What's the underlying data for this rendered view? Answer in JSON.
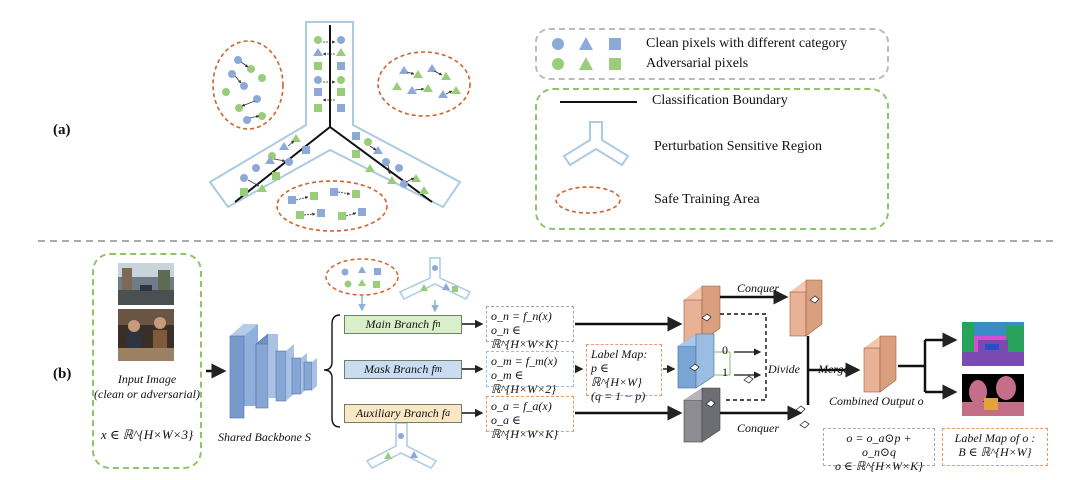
{
  "section_a": "(a)",
  "section_b": "(b)",
  "legend_top": {
    "clean": "Clean pixels with different category",
    "adversarial": "Adversarial pixels"
  },
  "legend_bottom": {
    "boundary": "Classification Boundary",
    "region": "Perturbation Sensitive Region",
    "safe": "Safe Training Area"
  },
  "input": {
    "title": "Input Image",
    "subtitle": "(clean or adversarial)",
    "formula": "x ∈ ℝ^{H×W×3}"
  },
  "backbone": "Shared Backbone S",
  "branches": {
    "main": "Main Branch  f",
    "main_sub": "n",
    "mask": "Mask Branch  f",
    "mask_sub": "m",
    "aux": "Auxiliary Branch  f",
    "aux_sub": "a"
  },
  "equations": {
    "main_1": "o_n = f_n(x)",
    "main_2": "o_n ∈ ℝ^{H×W×K}",
    "mask_1": "o_m = f_m(x)",
    "mask_2": "o_m ∈ ℝ^{H×W×2}",
    "aux_1": "o_a = f_a(x)",
    "aux_2": "o_a ∈ ℝ^{H×W×K}"
  },
  "label_map": {
    "l1": "Label Map:",
    "l2": "p ∈ ℝ^{H×W}",
    "l3": "(q = 1 − p)"
  },
  "flow": {
    "conquer_top": "Conquer",
    "conquer_bottom": "Conquer",
    "divide": "Divide",
    "merge": "Merge",
    "zero": "0",
    "one": "1",
    "combined": "Combined Output  o"
  },
  "combined_eq": {
    "l1": "o = o_a⊙p + o_n⊙q",
    "l2": "o ∈ ℝ^{H×W×K}"
  },
  "label_map_o": {
    "l1": "Label Map of o :",
    "l2": "B ∈ ℝ^{H×W}"
  },
  "colors": {
    "blue_shape": "#8da9d8",
    "green_shape": "#9acd7a",
    "green_dash": "#8cc56a",
    "orange_dash": "#d0622c",
    "region": "#a9cbe4",
    "main_fill": "#d9efc9",
    "mask_fill": "#c9dcf2",
    "aux_fill": "#fbe7c5"
  }
}
